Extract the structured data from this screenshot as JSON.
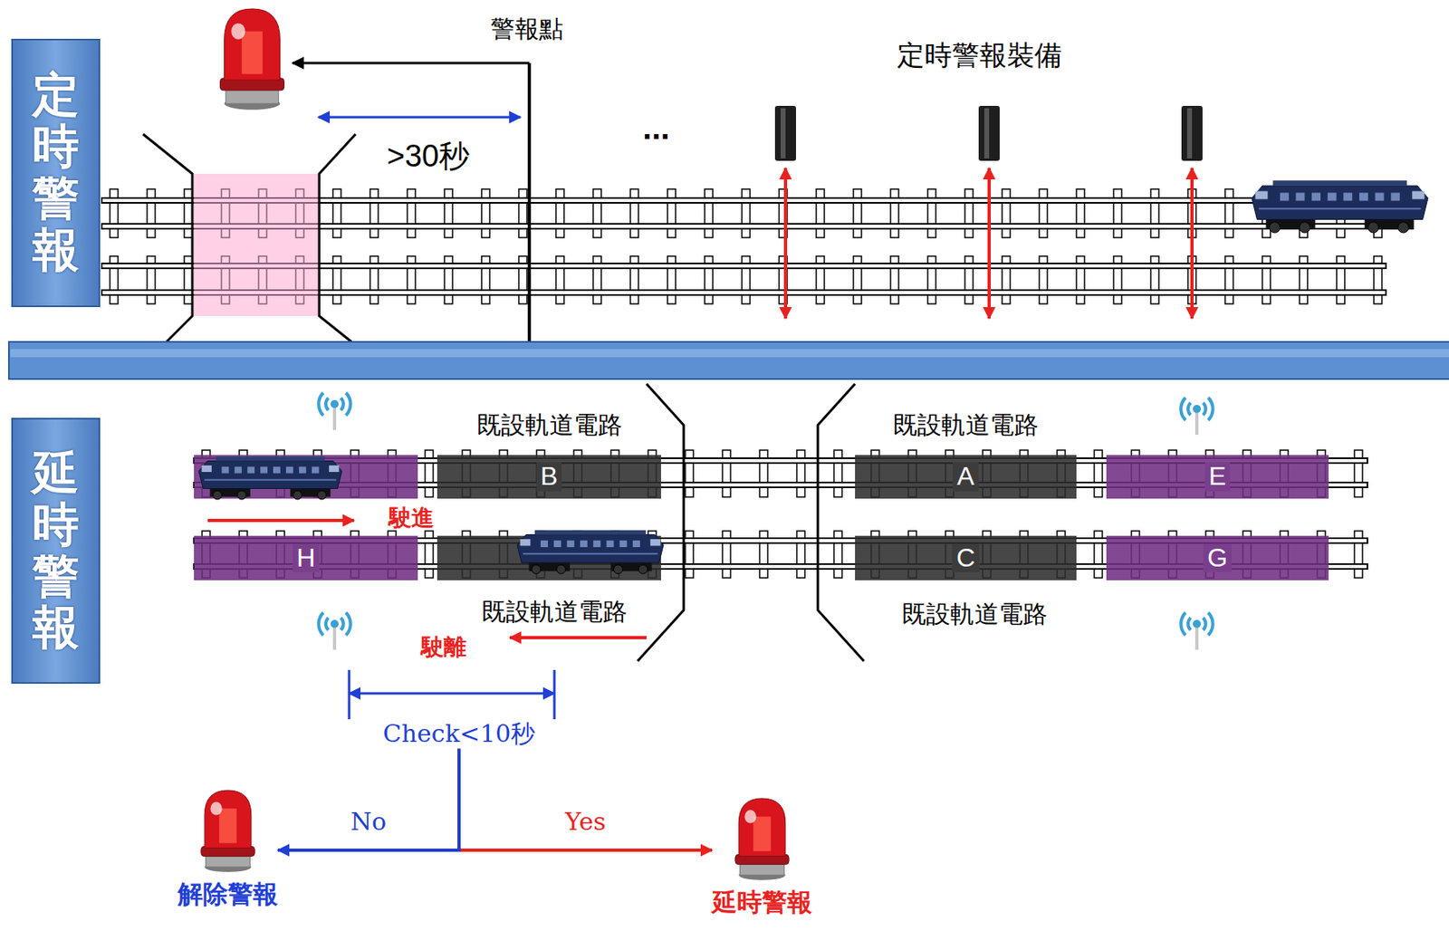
{
  "diagram": {
    "nodes": [
      {
        "text": [
          "定時警報"
        ]
      },
      {
        "text": [
          "延時警報"
        ]
      },
      {
        "text": [
          "B"
        ]
      },
      {
        "text": [
          "A"
        ]
      },
      {
        "text": [
          "E"
        ]
      },
      {
        "text": [
          "H"
        ]
      },
      {
        "text": [
          "C"
        ]
      },
      {
        "text": [
          "G"
        ]
      },
      {
        "text": [
          "Check<10秒"
        ]
      },
      {
        "text": [
          "解除警報"
        ]
      },
      {
        "text": [
          "延時警報"
        ]
      }
    ],
    "edges": [
      {
        "from": 8,
        "to": 9,
        "arrow": "to",
        "label": "No"
      },
      {
        "from": 8,
        "to": 10,
        "arrow": "to",
        "label": "Yes"
      }
    ],
    "labels": [
      "警報點",
      "定時警報裝備",
      ">30秒",
      "...",
      "既設軌道電路",
      "既設軌道電路",
      "駛進",
      "既設軌道電路",
      "既設軌道電路",
      "駛離"
    ]
  }
}
